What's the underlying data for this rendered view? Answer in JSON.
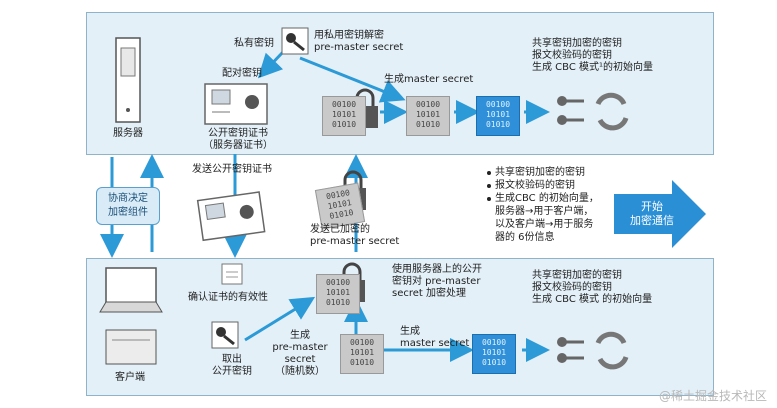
{
  "diagram": {
    "top": {
      "server_label": "服务器",
      "private_key_label": "私有密钥",
      "decrypt_label": "用私用密钥解密\npre-master secret",
      "pair_key_label": "配对密钥",
      "cert_label": "公开密钥证书\n（服务器证书）",
      "gen_master_label": "生成master secret",
      "shared_label": "共享密钥加密的密钥\n报文校验码的密钥\n生成 CBC 模式¹的初始向量"
    },
    "middle": {
      "send_cert_label": "发送公开密钥证书",
      "negotiate_label": "协商决定\n加密组件",
      "send_pms_label": "发送已加密的\npre-master secret",
      "bullets": [
        "共享密钥加密的密钥",
        "报文校验码的密钥",
        "生成CBC 的初始向量，",
        "服务器→用于客户端，",
        "以及客户端→用于服务",
        "器的 6份信息"
      ],
      "start_label": "开始\n加密通信"
    },
    "bottom": {
      "client_label": "客户端",
      "verify_label": "确认证书的有效性",
      "encrypt_label": "使用服务器上的公开\n密钥对 pre-master\nsecret 加密处理",
      "get_key_label": "取出\n公开密钥",
      "gen_pms_label": "生成\npre-master\nsecret\n（随机数）",
      "gen_master_label": "生成\nmaster secret",
      "shared_label": "共享密钥加密的密钥\n报文校验码的密钥\n生成 CBC 模式 的初始向量"
    },
    "bits": [
      "00100",
      "10101",
      "01010"
    ],
    "watermark": "@稀土掘金技术社区"
  },
  "colors": {
    "panel": "#e3f0f8",
    "arrow": "#2b9ad6",
    "blue_block": "#2f8fd8"
  },
  "icons": [
    "server-icon",
    "key-icon",
    "certificate-icon",
    "padlock-icon",
    "refresh-icon",
    "laptop-icon"
  ]
}
